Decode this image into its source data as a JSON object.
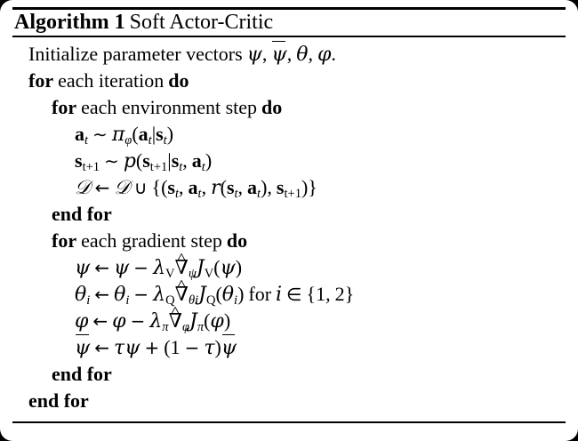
{
  "document": {
    "type": "algorithm-pseudocode",
    "background_color": "#000000",
    "card_color": "#ffffff",
    "text_color": "#000000"
  },
  "header": {
    "label": "Algorithm 1",
    "name": "Soft Actor-Critic",
    "full_title": "Algorithm 1 Soft Actor-Critic"
  },
  "rules": {
    "top": "thick",
    "after_title": "thin",
    "bottom": "thin"
  },
  "lines": [
    {
      "index": 1,
      "indent": 0,
      "text": "Initialize parameter vectors ψ, ψ̄, θ, φ.",
      "keywords": []
    },
    {
      "index": 2,
      "indent": 0,
      "text": "for each iteration do",
      "keywords": [
        "for",
        "do"
      ]
    },
    {
      "index": 3,
      "indent": 1,
      "text": "for each environment step do",
      "keywords": [
        "for",
        "do"
      ]
    },
    {
      "index": 4,
      "indent": 2,
      "text": "a_t ∼ π_φ(a_t|s_t)",
      "keywords": []
    },
    {
      "index": 5,
      "indent": 2,
      "text": "s_{t+1} ∼ p(s_{t+1}|s_t, a_t)",
      "keywords": []
    },
    {
      "index": 6,
      "indent": 2,
      "text": "D ← D ∪ {(s_t, a_t, r(s_t, a_t), s_{t+1})}",
      "keywords": []
    },
    {
      "index": 7,
      "indent": 1,
      "text": "end for",
      "keywords": [
        "end for"
      ]
    },
    {
      "index": 8,
      "indent": 1,
      "text": "for each gradient step do",
      "keywords": [
        "for",
        "do"
      ]
    },
    {
      "index": 9,
      "indent": 2,
      "text": "ψ ← ψ − λ_V ∇̂_ψ J_V(ψ)",
      "keywords": []
    },
    {
      "index": 10,
      "indent": 2,
      "text": "θ_i ← θ_i − λ_Q ∇̂_{θ_i} J_Q(θ_i) for i ∈ {1, 2}",
      "keywords": []
    },
    {
      "index": 11,
      "indent": 2,
      "text": "φ ← φ − λ_π ∇̂_φ J_π(φ)",
      "keywords": []
    },
    {
      "index": 12,
      "indent": 2,
      "text": "ψ̄ ← τψ + (1 − τ)ψ̄",
      "keywords": []
    },
    {
      "index": 13,
      "indent": 1,
      "text": "end for",
      "keywords": [
        "end for"
      ]
    },
    {
      "index": 14,
      "indent": 0,
      "text": "end for",
      "keywords": [
        "end for"
      ]
    }
  ],
  "tokens": {
    "kw_for": "for",
    "kw_do": "do",
    "kw_end_for": "end for",
    "init_prefix": "Initialize parameter vectors",
    "init_psi": "ψ",
    "init_psibar": "ψ",
    "init_theta": "θ",
    "init_phi": "φ",
    "init_suffix": ".",
    "comma": ",",
    "each_iteration": "each iteration",
    "each_environment_step": "each environment step",
    "each_gradient_step": "each gradient step",
    "sym_a": "a",
    "sym_s": "s",
    "sym_t": "t",
    "sym_tplus1": "t+1",
    "sym_sim": "∼",
    "sym_pi": "π",
    "sym_phi": "φ",
    "sym_psi": "ψ",
    "sym_theta": "θ",
    "sym_tau": "τ",
    "sym_lambda": "λ",
    "sym_nabla": "∇",
    "sym_J": "J",
    "sym_D": "𝒟",
    "sym_p": "p",
    "sym_r": "r",
    "sym_V": "V",
    "sym_Q": "Q",
    "sym_i": "i",
    "sym_arrow": "←",
    "sym_cup": "∪",
    "sym_in": "∈",
    "sym_minus": "−",
    "sym_plus": "+",
    "sym_mid": "|",
    "lparen": "(",
    "rparen": ")",
    "lbrace": "{",
    "rbrace": "}",
    "word_for": "for",
    "num_1": "1",
    "num_2": "2"
  }
}
